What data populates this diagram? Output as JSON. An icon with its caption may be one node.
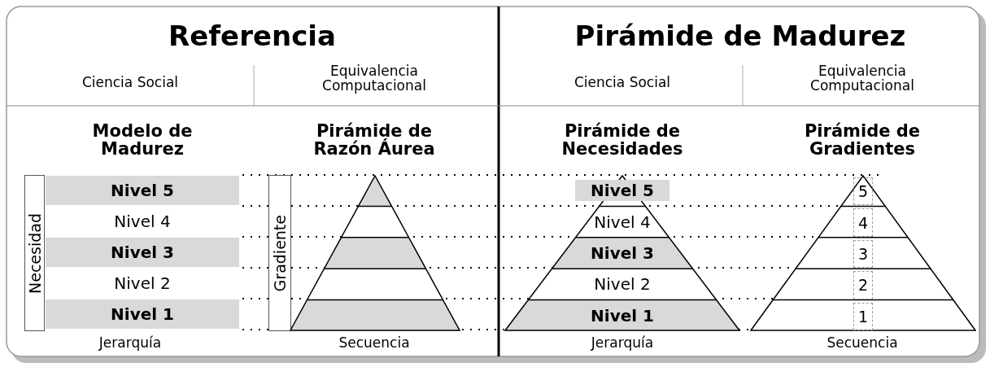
{
  "diagram": {
    "nodes": [
      {
        "text": [
          "Necesidad"
        ]
      },
      {
        "text": [
          "Nivel 5"
        ]
      },
      {
        "text": [
          "Nivel 4"
        ]
      },
      {
        "text": [
          "Nivel 3"
        ]
      },
      {
        "text": [
          "Nivel 2"
        ]
      },
      {
        "text": [
          "Nivel 1"
        ]
      },
      {
        "text": [
          "Gradiente"
        ]
      },
      {
        "text": [],
        "shape": "triangle"
      },
      {
        "text": [],
        "shape": "triangle"
      },
      {
        "text": [
          "Nivel 5"
        ],
        "in": 8
      },
      {
        "text": [
          "Nivel 4"
        ],
        "in": 8
      },
      {
        "text": [
          "Nivel 3"
        ],
        "in": 8
      },
      {
        "text": [
          "Nivel 2"
        ],
        "in": 8
      },
      {
        "text": [
          "Nivel 1"
        ],
        "in": 8
      },
      {
        "text": [],
        "shape": "triangle"
      },
      {
        "text": [
          "5"
        ],
        "in": 14
      },
      {
        "text": [
          "4"
        ],
        "in": 14
      },
      {
        "text": [
          "3"
        ],
        "in": 14
      },
      {
        "text": [
          "2"
        ],
        "in": 14
      },
      {
        "text": [
          "1"
        ],
        "in": 14
      }
    ],
    "labels": [
      "Referencia",
      "Pirámide de Madurez",
      "Ciencia Social",
      "Equivalencia Computacional",
      "Ciencia Social",
      "Equivalencia Computacional",
      "Modelo de Madurez",
      "Pirámide de Razón Áurea",
      "Pirámide de Necesidades",
      "Pirámide de Gradientes",
      "Jerarquía",
      "Secuencia",
      "Jerarquía",
      "Secuencia"
    ]
  }
}
